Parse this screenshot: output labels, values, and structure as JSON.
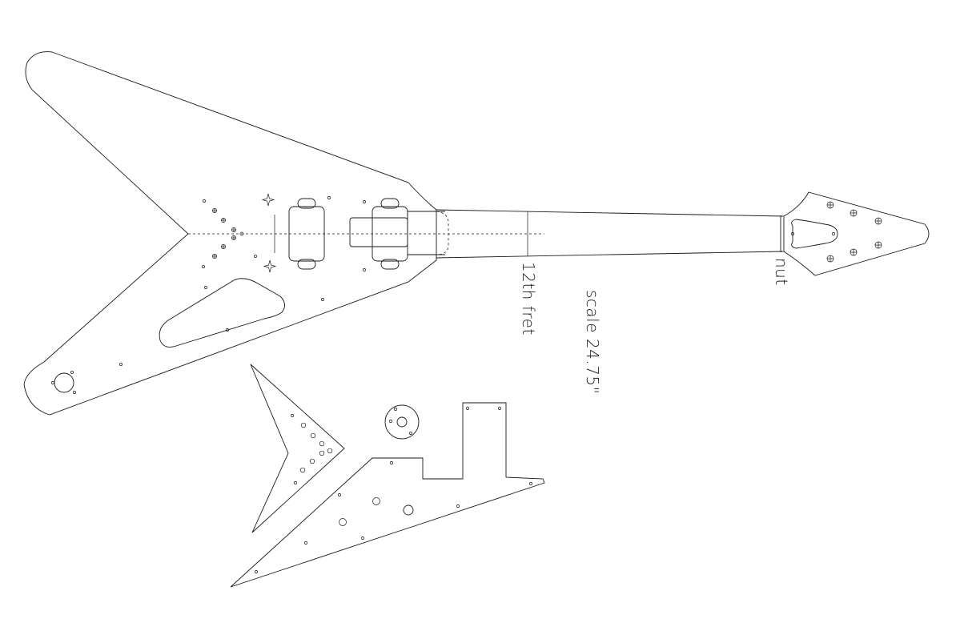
{
  "labels": {
    "twelfth_fret": "12th fret",
    "nut": "nut",
    "scale": "scale 24.75\""
  },
  "colors": {
    "line": "#1a1a1a",
    "background": "#ffffff"
  }
}
